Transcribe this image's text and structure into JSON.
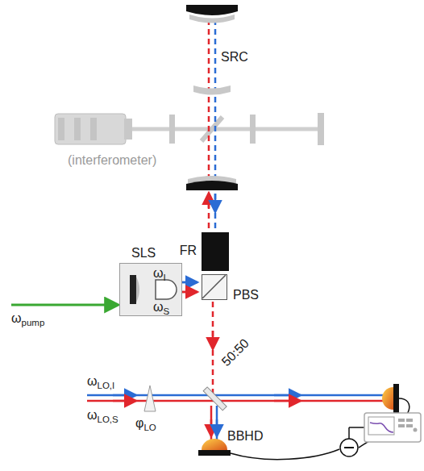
{
  "diagram": {
    "nodes": [
      {
        "text": [
          "FR"
        ]
      },
      {
        "text": [
          "SLS"
        ]
      },
      {
        "text": [
          "PBS"
        ]
      }
    ],
    "edges": [
      {
        "from": 1,
        "to": 2,
        "arrow": "to"
      }
    ],
    "labels": [
      "SRC",
      "(interferometer)",
      "ωpump",
      "ωI",
      "ωS",
      "50:50",
      "ωLO,I",
      "ωLO,S",
      "φLO",
      "BBHD"
    ]
  }
}
